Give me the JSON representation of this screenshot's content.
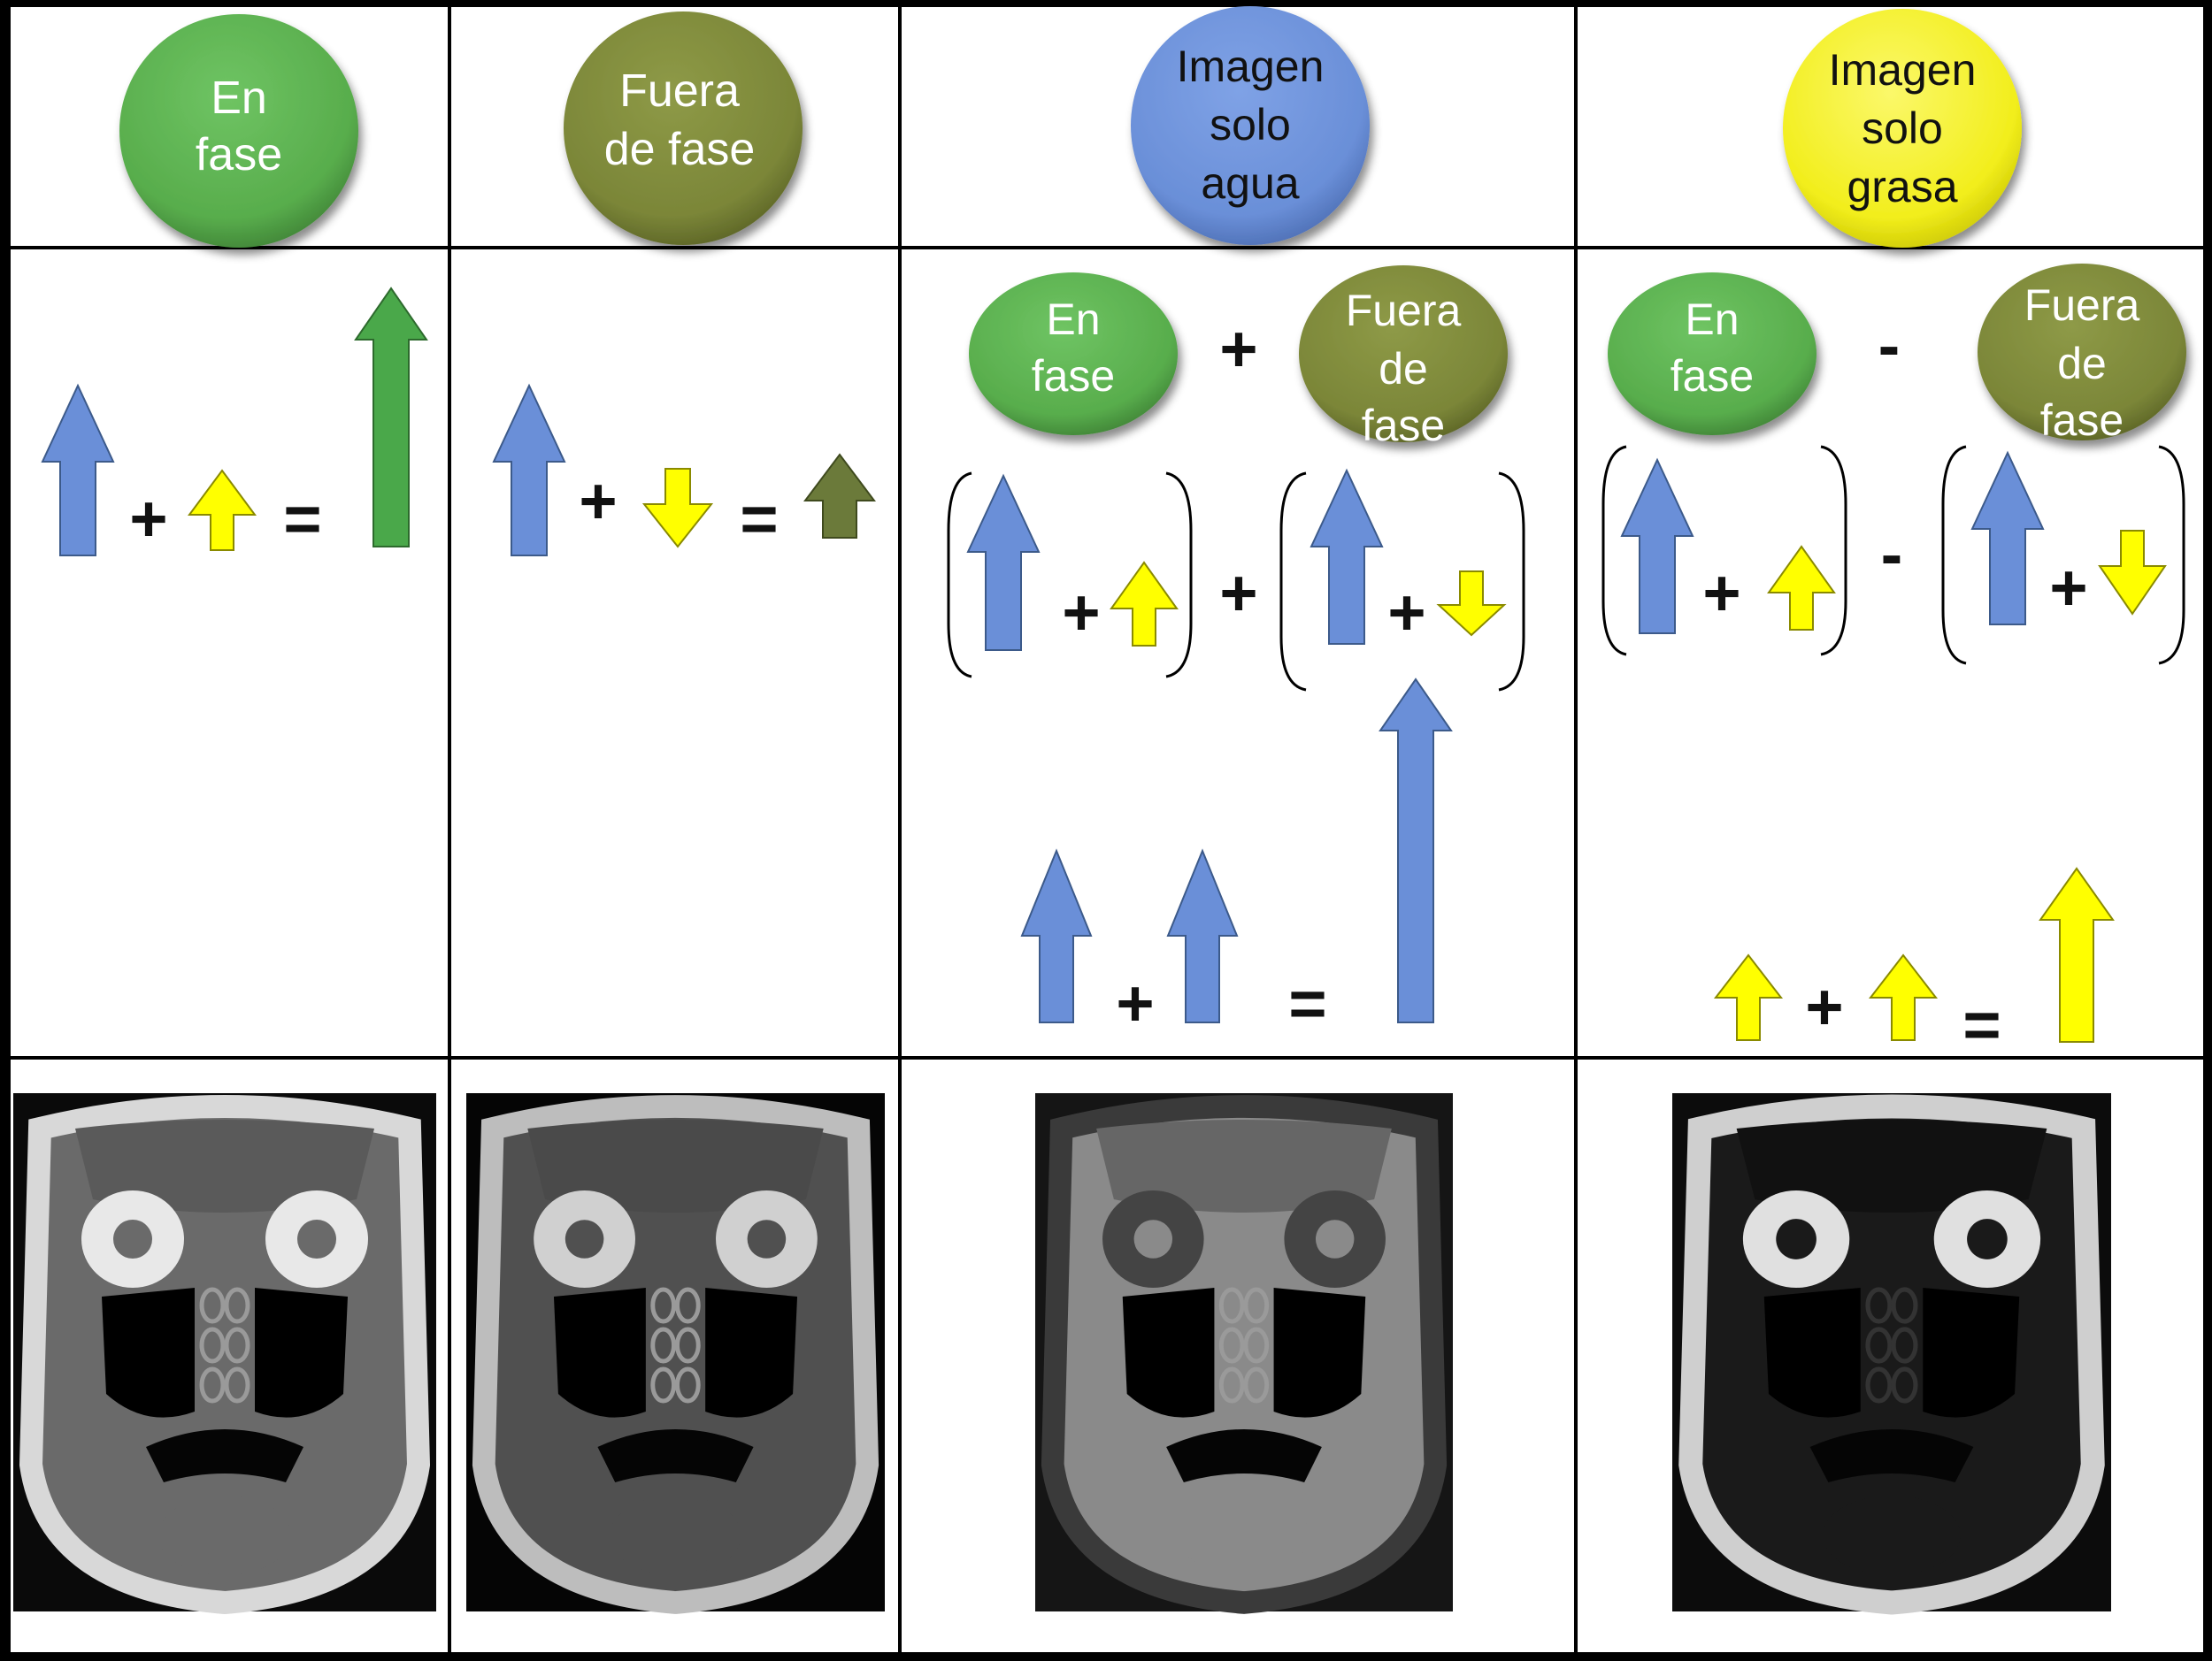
{
  "columns": [
    {
      "id": "en_fase",
      "header": [
        "En",
        "fase"
      ],
      "color": "#5bb24f",
      "text_color": "#ffffff"
    },
    {
      "id": "fuera_de_fase",
      "header": [
        "Fuera",
        "de fase"
      ],
      "color": "#7f8a3a",
      "text_color": "#ffffff"
    },
    {
      "id": "solo_agua",
      "header": [
        "Imagen",
        "solo",
        "agua"
      ],
      "color": "#6a8fd8",
      "text_color": "#111111"
    },
    {
      "id": "solo_grasa",
      "header": [
        "Imagen",
        "solo",
        "grasa"
      ],
      "color": "#f2ee1c",
      "text_color": "#111111"
    }
  ],
  "formula": {
    "in_phase_label": [
      "En",
      "fase"
    ],
    "out_phase_label": [
      "Fuera",
      "de",
      "fase"
    ],
    "plus": "+",
    "minus": "-",
    "equals": "="
  },
  "colors": {
    "water_arrow": "#6a8fd8",
    "fat_arrow": "#ffff00",
    "in_phase_arrow": "#4aa84a",
    "out_phase_arrow": "#6b7a3a",
    "frame": "#000000",
    "cell": "#ffffff"
  },
  "images": [
    {
      "name": "mri-en-fase",
      "signal": "bright fat and water"
    },
    {
      "name": "mri-fuera-de-fase",
      "signal": "dark interfaces"
    },
    {
      "name": "mri-solo-agua",
      "signal": "fat suppressed"
    },
    {
      "name": "mri-solo-grasa",
      "signal": "water suppressed"
    }
  ]
}
